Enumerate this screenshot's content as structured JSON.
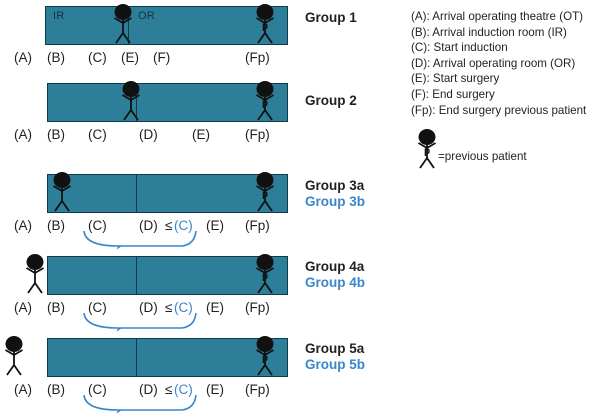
{
  "figure": {
    "type": "timeline-diagram",
    "title": "Patient flow timing groups"
  },
  "rooms": {
    "induction_room": "IR",
    "operating_room": "OR"
  },
  "colors": {
    "bar_fill": "#2d7f99",
    "bar_stroke": "#0f3a49",
    "accent_blue": "#3a86c8",
    "text": "#231f20"
  },
  "groups": [
    {
      "id": "group-1",
      "label_a": "Group 1",
      "label_b": "",
      "show_room_labels": true,
      "figure_position": "inside-middle",
      "has_arrow": false,
      "events": [
        "(A)",
        "(B)",
        "(C)",
        "(E)",
        "(F)",
        "(Fp)"
      ]
    },
    {
      "id": "group-2",
      "label_a": "Group 2",
      "label_b": "",
      "show_room_labels": false,
      "figure_position": "inside-middle",
      "has_arrow": false,
      "events": [
        "(A)",
        "(B)",
        "(C)",
        "(D)",
        "(E)",
        "(Fp)"
      ]
    },
    {
      "id": "group-3",
      "label_a": "Group 3a",
      "label_b": "Group 3b",
      "show_room_labels": false,
      "figure_position": "inside-left",
      "has_arrow": true,
      "events": [
        "(A)",
        "(B)",
        "(C)",
        "(D)",
        "≤",
        "(C)",
        "(E)",
        "(Fp)"
      ]
    },
    {
      "id": "group-4",
      "label_a": "Group 4a",
      "label_b": "Group 4b",
      "show_room_labels": false,
      "figure_position": "outside-left",
      "has_arrow": true,
      "events": [
        "(A)",
        "(B)",
        "(C)",
        "(D)",
        "≤",
        "(C)",
        "(E)",
        "(Fp)"
      ]
    },
    {
      "id": "group-5",
      "label_a": "Group 5a",
      "label_b": "Group 5b",
      "show_room_labels": false,
      "figure_position": "far-left",
      "has_arrow": true,
      "events": [
        "(A)",
        "(B)",
        "(C)",
        "(D)",
        "≤",
        "(C)",
        "(E)",
        "(Fp)"
      ]
    }
  ],
  "legend": {
    "lines": [
      "(A): Arrival operating theatre (OT)",
      "(B): Arrival induction room (IR)",
      "(C): Start induction",
      "(D): Arrival operating room (OR)",
      "(E): Start surgery",
      "(F): End surgery",
      "(Fp): End surgery previous patient"
    ],
    "key_text": "=previous patient",
    "previous_patient_marker": "p"
  }
}
